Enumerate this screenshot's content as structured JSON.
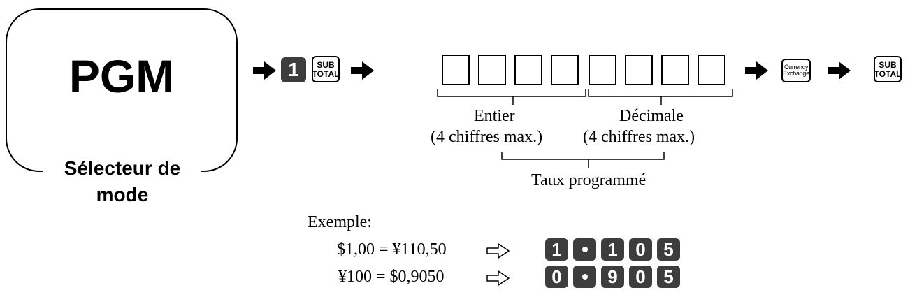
{
  "mode_selector": {
    "value": "PGM",
    "caption_line1": "Sélecteur de",
    "caption_line2": "mode"
  },
  "keys": {
    "one": "1",
    "subtotal_line1": "SUB",
    "subtotal_line2": "TOTAL",
    "currency_line1": "Currency",
    "currency_line2": "Exchange"
  },
  "digit_slots": 8,
  "labels": {
    "integer": "Entier",
    "integer_note": "(4 chiffres max.)",
    "decimal": "Décimale",
    "decimal_note": "(4 chiffres max.)",
    "rate": "Taux programmé"
  },
  "example": {
    "title": "Exemple:",
    "rows": [
      {
        "equation": "$1,00 = ¥110,50",
        "keys": [
          "1",
          "·",
          "1",
          "0",
          "5"
        ]
      },
      {
        "equation": "¥100 = $0,9050",
        "keys": [
          "0",
          "·",
          "9",
          "0",
          "5"
        ]
      }
    ]
  }
}
